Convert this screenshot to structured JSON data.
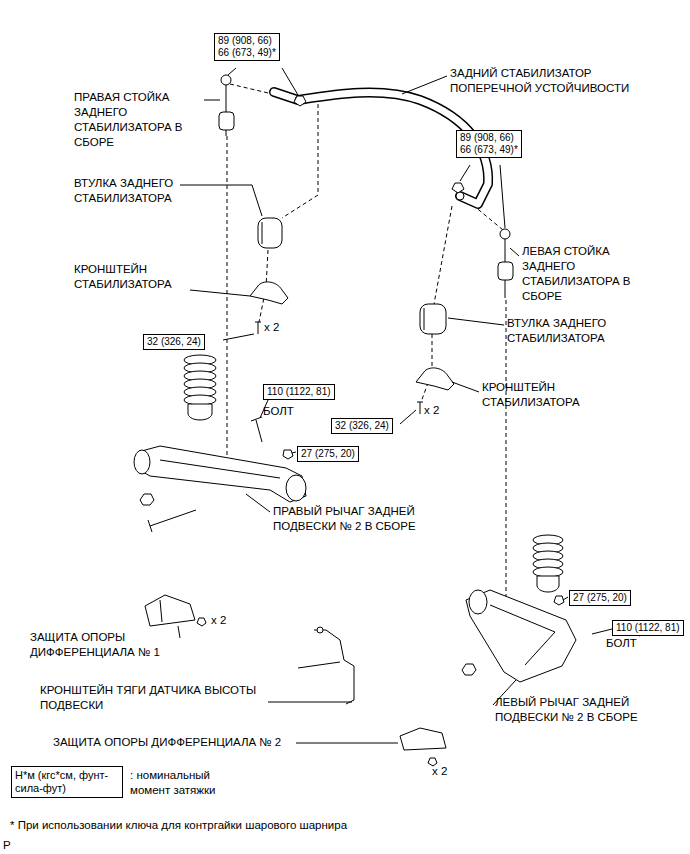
{
  "diagram": {
    "nodes": [
      {
        "text": [
          "89 (908, 66)",
          "66 (673, 49)*"
        ]
      },
      {
        "text": [
          "89 (908, 66)",
          "66 (673, 49)*"
        ]
      },
      {
        "text": [
          "32 (326, 24)"
        ]
      },
      {
        "text": [
          "110 (1122, 81)"
        ]
      },
      {
        "text": [
          "32 (326, 24)"
        ]
      },
      {
        "text": [
          "27 (275, 20)"
        ]
      },
      {
        "text": [
          "27 (275, 20)"
        ]
      },
      {
        "text": [
          "110 (1122, 81)"
        ]
      },
      {
        "text": [
          "Н*м (кгс*см, фунт-сила-фут)"
        ]
      }
    ],
    "edges": [],
    "labels": [
      "ПРАВАЯ СТОЙКА ЗАДНЕГО СТАБИЛИЗАТОРА В СБОРЕ",
      "ЗАДНИЙ СТАБИЛИЗАТОР ПОПЕРЕЧНОЙ УСТОЙЧИВОСТИ",
      "ВТУЛКА ЗАДНЕГО СТАБИЛИЗАТОРА",
      "ЛЕВАЯ СТОЙКА ЗАДНЕГО СТАБИЛИЗАТОРА В СБОРЕ",
      "КРОНШТЕЙН СТАБИЛИЗАТОРА",
      "x 2",
      "ВТУЛКА ЗАДНЕГО СТАБИЛИЗАТОРА",
      "КРОНШТЕЙН СТАБИЛИЗАТОРА",
      "x 2",
      "БОЛТ",
      "ПРАВЫЙ РЫЧАГ ЗАДНЕЙ ПОДВЕСКИ № 2 В СБОРЕ",
      "x 2",
      "ЗАЩИТА ОПОРЫ ДИФФЕРЕНЦИАЛА № 1",
      "БОЛТ",
      "КРОНШТЕЙН ТЯГИ ДАТЧИКА ВЫСОТЫ ПОДВЕСКИ",
      "ЛЕВЫЙ РЫЧАГ ЗАДНЕЙ ПОДВЕСКИ № 2 В СБОРЕ",
      "ЗАЩИТА ОПОРЫ ДИФФЕРЕНЦИАЛА № 2",
      "x 2",
      ": номинальный момент затяжки",
      "* При использовании ключа для контргайки шарового шарнира",
      "P"
    ]
  }
}
